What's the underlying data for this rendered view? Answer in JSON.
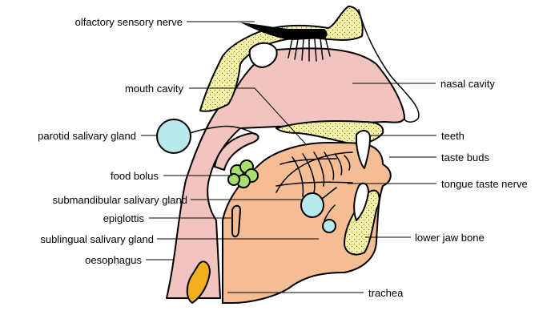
{
  "labels": {
    "olfactory": "olfactory sensory nerve",
    "mouth_cavity": "mouth cavity",
    "nasal_cavity": "nasal cavity",
    "parotid": "parotid salivary gland",
    "teeth": "teeth",
    "taste_buds": "taste buds",
    "food_bolus": "food bolus",
    "tongue_nerve": "tongue taste nerve",
    "submandibular": "submandibular salivary gland",
    "epiglottis": "epiglottis",
    "lower_jaw": "lower jaw bone",
    "sublingual": "sublingual salivary gland",
    "oesophagus": "oesophagus",
    "trachea": "trachea"
  },
  "colors": {
    "tissue_pink": "#f2c4c0",
    "tongue_orange": "#f4bd94",
    "bone_yellow": "#f7f3a8",
    "gland_blue": "#b7e8ec",
    "bolus_green": "#a8e06e",
    "trachea_gold": "#f2b020",
    "nerve_black": "#000000"
  }
}
